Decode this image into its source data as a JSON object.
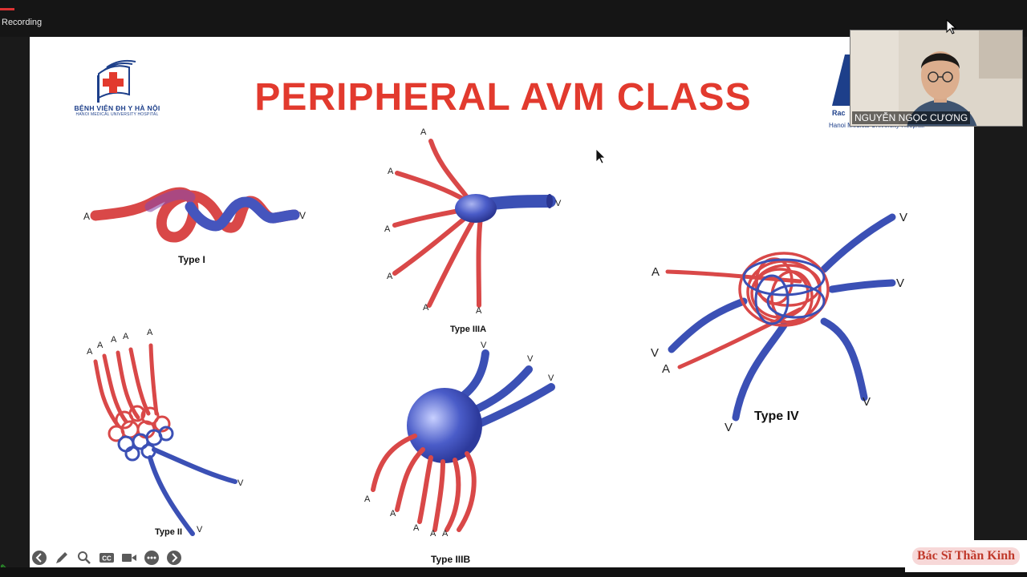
{
  "recording": {
    "label": "Recording"
  },
  "slide": {
    "title": "PERIPHERAL AVM CLASS",
    "hospital": {
      "name": "BỆNH VIỆN ĐH Y HÀ NỘI",
      "subtitle": "HANOI MEDICAL UNIVERSITY HOSPITAL"
    },
    "right_logo_fragment": {
      "line1": "Rac",
      "line2": "Hanoi Medical University Hospital"
    },
    "diagrams": {
      "type_i": {
        "label": "Type I",
        "a": "A",
        "v": "V"
      },
      "type_ii": {
        "label": "Type II",
        "a": "A",
        "v": "V"
      },
      "type_iiia": {
        "label": "Type IIIA",
        "a": "A",
        "v": "V"
      },
      "type_iiib": {
        "label": "Type IIIB",
        "a": "A",
        "v": "V"
      },
      "type_iv": {
        "label": "Type IV",
        "a": "A",
        "v": "V"
      }
    }
  },
  "webcam": {
    "name": "NGUYỄN NGỌC CƯƠNG"
  },
  "toolbar": [
    {
      "name": "back-icon",
      "glyph": "←"
    },
    {
      "name": "pen-icon",
      "glyph": "✎"
    },
    {
      "name": "zoom-icon",
      "glyph": "⚲"
    },
    {
      "name": "captions-icon",
      "glyph": "CC"
    },
    {
      "name": "video-icon",
      "glyph": "▶"
    },
    {
      "name": "more-icon",
      "glyph": "⋯"
    },
    {
      "name": "forward-icon",
      "glyph": "→"
    }
  ],
  "watermark": {
    "text": "Bác Sĩ Thần Kinh"
  },
  "colors": {
    "artery": "#e04040",
    "vein": "#3b50b5",
    "title": "#e23a2e",
    "logo": "#1d3f8a"
  }
}
